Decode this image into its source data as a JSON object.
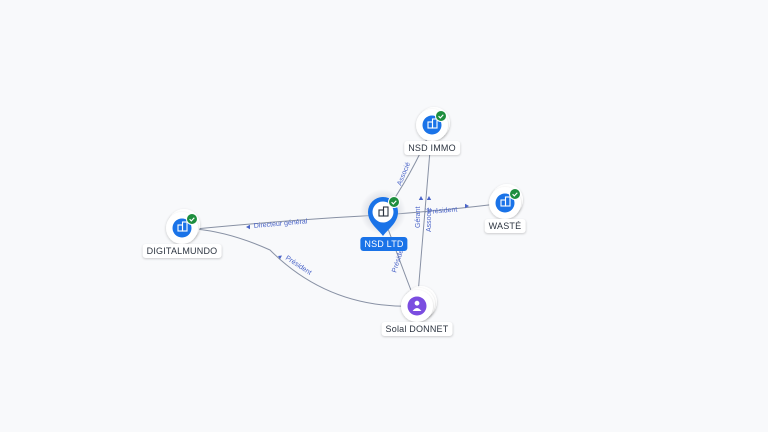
{
  "colors": {
    "company": "#1a73e8",
    "person": "#7b4de0",
    "verified": "#1e8e3e",
    "edge": "#8891a4",
    "edge_label": "#4a64c8"
  },
  "nodes": {
    "nsd_ltd": {
      "label": "NSD LTD",
      "type": "company",
      "icon": "building-icon",
      "verified": true,
      "selected": true
    },
    "nsd_immo": {
      "label": "NSD IMMO",
      "type": "company",
      "icon": "building-icon",
      "verified": true
    },
    "waste": {
      "label": "WASTÉ",
      "type": "company",
      "icon": "building-icon",
      "verified": true
    },
    "digitalmundo": {
      "label": "DIGITALMUNDO",
      "type": "company",
      "icon": "building-icon",
      "verified": true
    },
    "solal_donnet": {
      "label": "Solal DONNET",
      "type": "person",
      "icon": "person-icon",
      "verified": false
    }
  },
  "edges": {
    "nsd_digitalmundo": {
      "label": "Directeur général",
      "from": "nsd_ltd",
      "to": "digitalmundo"
    },
    "nsd_waste": {
      "label": "Président",
      "from": "nsd_ltd",
      "to": "waste"
    },
    "nsd_immo": {
      "label": "Associé",
      "from": "nsd_ltd",
      "to": "nsd_immo"
    },
    "solal_digitalmundo": {
      "label": "Président",
      "from": "solal_donnet",
      "to": "digitalmundo"
    },
    "solal_nsd": {
      "label": "Président",
      "from": "solal_donnet",
      "to": "nsd_ltd"
    },
    "solal_immo": {
      "label": "Gérant",
      "from": "solal_donnet",
      "to": "nsd_immo"
    },
    "solal_immo_2": {
      "label": "Associé",
      "from": "solal_donnet",
      "to": "nsd_immo"
    }
  }
}
